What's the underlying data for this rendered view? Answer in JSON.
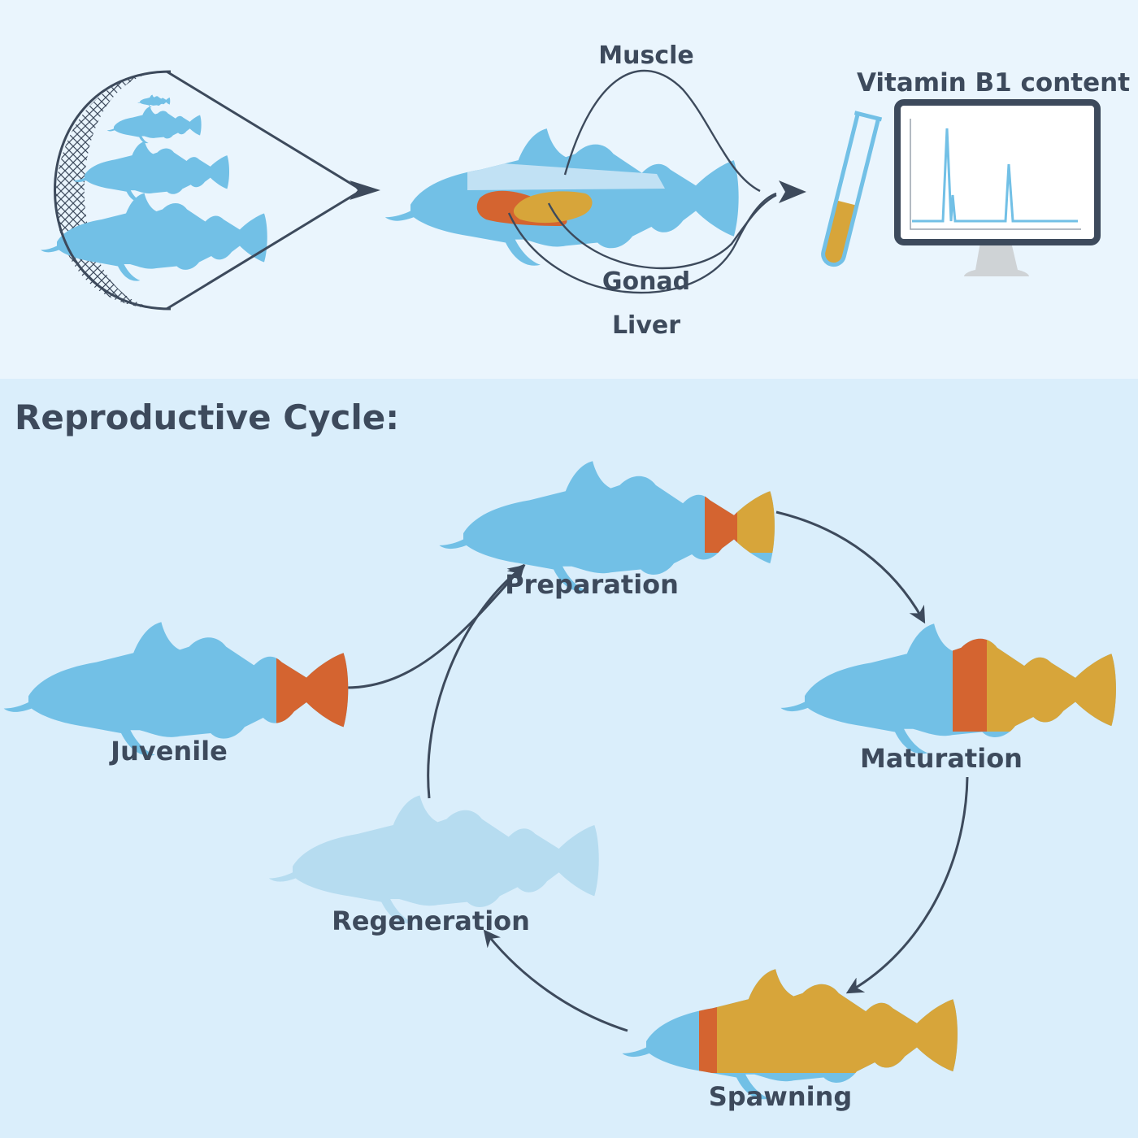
{
  "colors": {
    "top_panel": "#eaf5fd",
    "bottom_panel": "#daeefb",
    "fish_blue": "#72c0e6",
    "fish_faded": "#b6dcf0",
    "liver_orange": "#d46430",
    "gonad_gold": "#d7a53a",
    "text_dark": "#3d4a5c",
    "line_dark": "#3d4a5c",
    "monitor_stand": "#cfd3d6",
    "chromatogram": "#72c0e6"
  },
  "sampling": {
    "labels": {
      "muscle": "Muscle",
      "gonad": "Gonad",
      "liver": "Liver",
      "vitamin": "Vitamin B1 content"
    }
  },
  "cycle": {
    "title": "Reproductive Cycle:",
    "stages": {
      "juvenile": "Juvenile",
      "preparation": "Preparation",
      "maturation": "Maturation",
      "spawning": "Spawning",
      "regeneration": "Regeneration"
    }
  }
}
